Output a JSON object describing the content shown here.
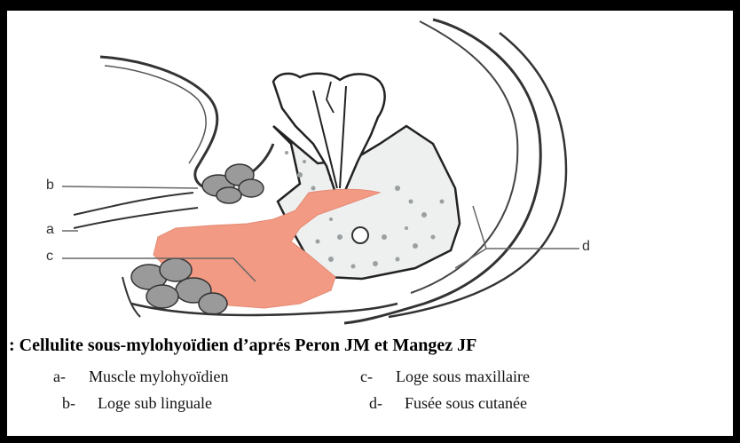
{
  "figure": {
    "caption": ": Cellulite sous-mylohyoïdien d’aprés Peron JM et Mangez JF",
    "labels": {
      "a": "a",
      "b": "b",
      "c": "c",
      "d": "d"
    },
    "legend": [
      {
        "key": "a-",
        "text": "Muscle mylohyoïdien"
      },
      {
        "key": "c-",
        "text": "Loge sous maxillaire"
      },
      {
        "key": "b-",
        "text": "Loge sub linguale"
      },
      {
        "key": "d-",
        "text": "Fusée sous cutanée"
      }
    ],
    "colors": {
      "border": "#000000",
      "background": "#ffffff",
      "abscess": "#f29a84",
      "gland": "#9a9a9a",
      "line": "#333333"
    }
  }
}
